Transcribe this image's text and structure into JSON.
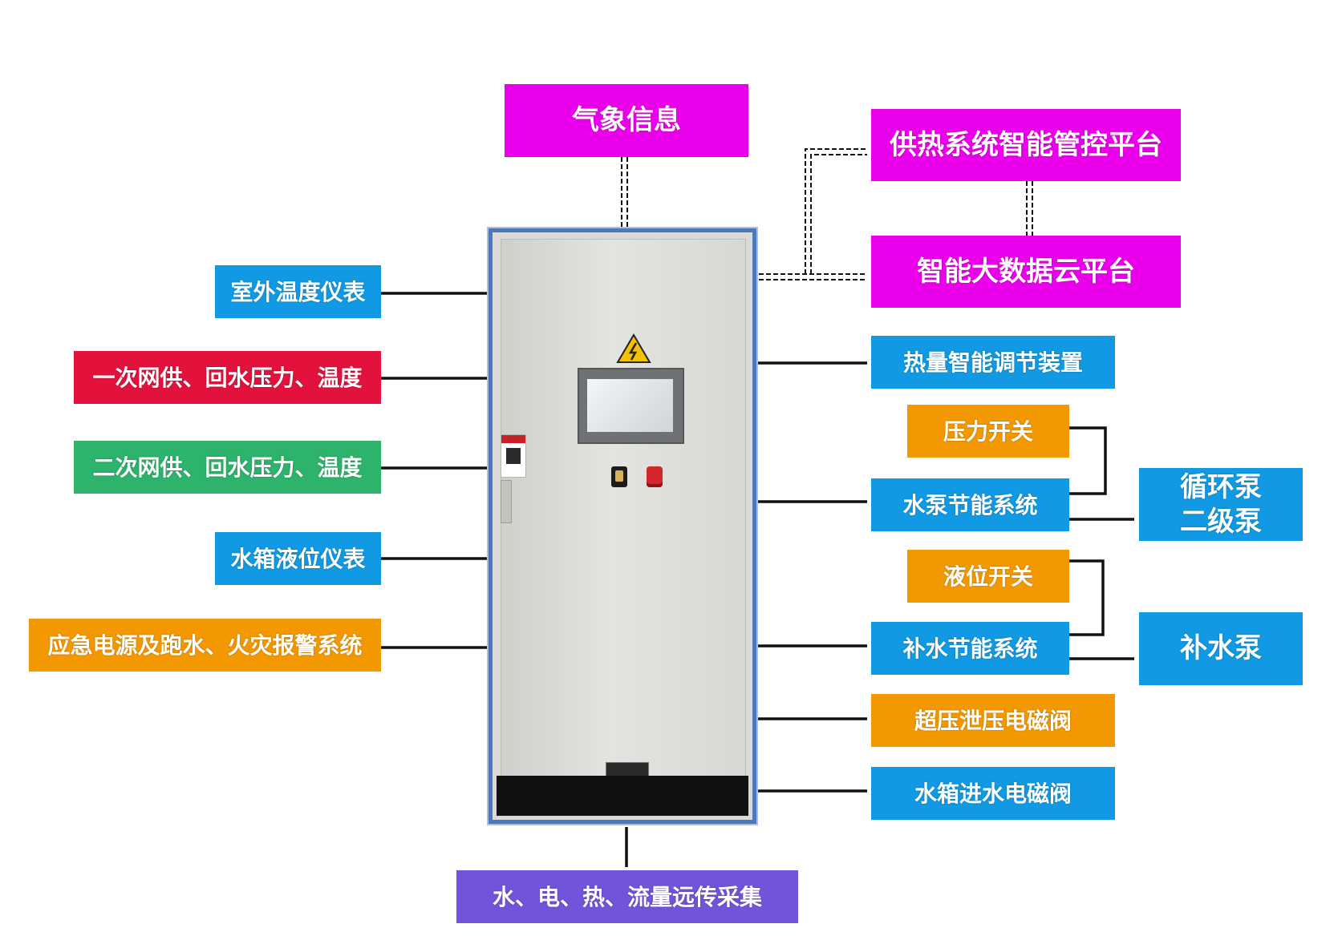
{
  "colors": {
    "magenta": "#ea00ea",
    "blue": "#1199e3",
    "red": "#e3123c",
    "green": "#2db36b",
    "orange": "#f39800",
    "purple": "#7154d9",
    "line": "#111111"
  },
  "top": {
    "weather": "气象信息"
  },
  "platforms": {
    "control": "供热系统智能管控平台",
    "cloud": "智能大数据云平台"
  },
  "left": {
    "outdoor_temp": "室外温度仪表",
    "primary_net": "一次网供、回水压力、温度",
    "secondary_net": "二次网供、回水压力、温度",
    "tank_level": "水箱液位仪表",
    "emergency": "应急电源及跑水、火灾报警系统"
  },
  "right": {
    "heat_regulator": "热量智能调节装置",
    "pressure_switch": "压力开关",
    "pump_saving": "水泵节能系统",
    "level_switch": "液位开关",
    "makeup_saving": "补水节能系统",
    "overpressure_valve": "超压泄压电磁阀",
    "inlet_valve": "水箱进水电磁阀"
  },
  "pumps": {
    "circ_line1": "循环泵",
    "circ_line2": "二级泵",
    "makeup": "补水泵"
  },
  "bottom": {
    "collection": "水、电、热、流量远传采集"
  },
  "diagram": {
    "center": "control-cabinet",
    "link_styles": [
      "solid",
      "dashed-double"
    ]
  }
}
